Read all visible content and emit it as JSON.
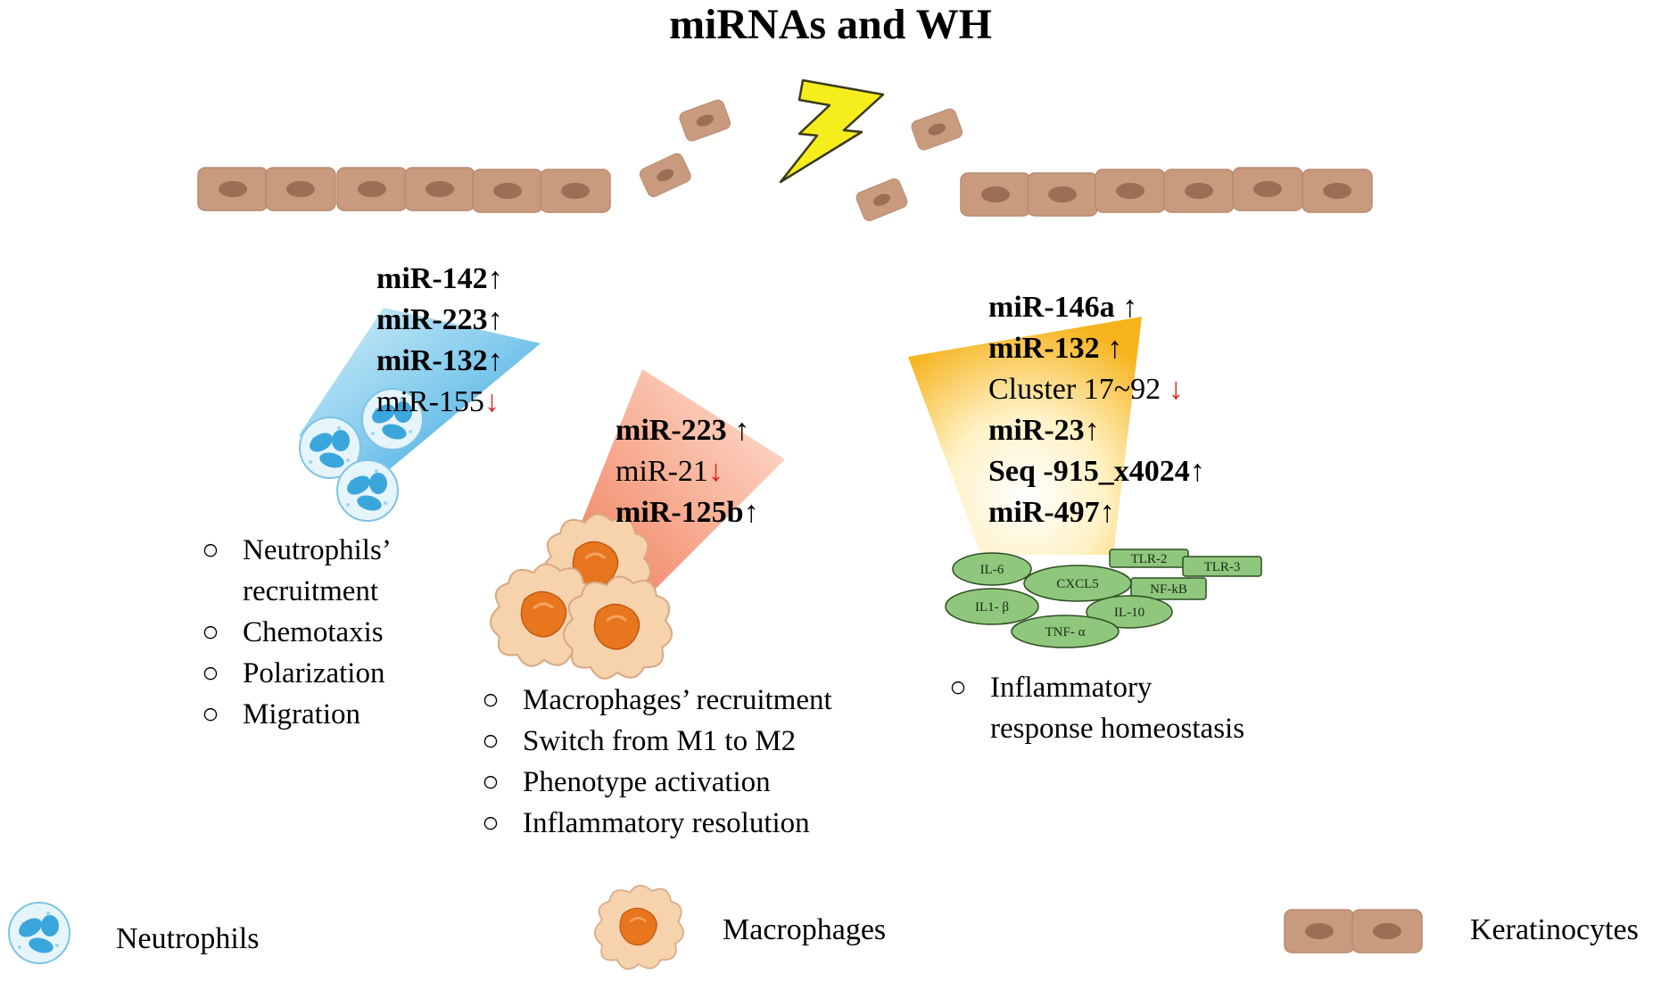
{
  "title": "miRNAs and WH",
  "colors": {
    "keratinocyte_fill": "#c99a7e",
    "keratinocyte_nucleus": "#9c6e53",
    "lightning": "#f6ee1c",
    "neutrophil_blue": "#3aa6dc",
    "macrophage_fill": "#f6d2ad",
    "macrophage_nucleus": "#e8761e",
    "cytokine_green": "#8fc77d",
    "arrow_down": "#e0201c"
  },
  "neutrophil_panel": {
    "mirnas": [
      {
        "name": "miR-142",
        "bold": true,
        "direction": "up"
      },
      {
        "name": "miR-223",
        "bold": true,
        "direction": "up"
      },
      {
        "name": "miR-132",
        "bold": true,
        "direction": "up"
      },
      {
        "name": "miR-155",
        "bold": false,
        "direction": "down"
      }
    ],
    "bullets": [
      "Neutrophils’",
      "recruitment",
      "Chemotaxis",
      "Polarization",
      "Migration"
    ]
  },
  "macrophage_panel": {
    "mirnas": [
      {
        "name": "miR-223",
        "bold": true,
        "direction": "up"
      },
      {
        "name": "miR-21",
        "bold": false,
        "direction": "down"
      },
      {
        "name": "miR-125b",
        "bold": true,
        "direction": "up"
      }
    ],
    "bullets": [
      "Macrophages’ recruitment",
      "Switch from M1 to M2",
      "Phenotype activation",
      "Inflammatory resolution"
    ]
  },
  "inflammation_panel": {
    "mirnas": [
      {
        "name": "miR-146a",
        "bold": true,
        "direction": "up"
      },
      {
        "name": "miR-132",
        "bold": true,
        "direction": "up"
      },
      {
        "name": "Cluster 17~92",
        "bold": false,
        "direction": "down"
      },
      {
        "name": "miR-23",
        "bold": true,
        "direction": "up"
      },
      {
        "name": "Seq -915_x4024",
        "bold": true,
        "direction": "up"
      },
      {
        "name": "miR-497",
        "bold": true,
        "direction": "up"
      }
    ],
    "cytokines": {
      "il6": "IL-6",
      "cxcl5": "CXCL5",
      "il1b": "IL1- β",
      "il10": "IL-10",
      "tnfa": "TNF- α",
      "tlr2": "TLR-2",
      "tlr3": "TLR-3",
      "nfkb": "NF-kB"
    },
    "bullets": [
      "Inflammatory",
      "response homeostasis"
    ]
  },
  "legend": {
    "neutrophils": "Neutrophils",
    "macrophages": "Macrophages",
    "keratinocytes": "Keratinocytes"
  },
  "arrow_glyphs": {
    "up": "↑",
    "down": "↓"
  },
  "bullet_glyph": "○"
}
